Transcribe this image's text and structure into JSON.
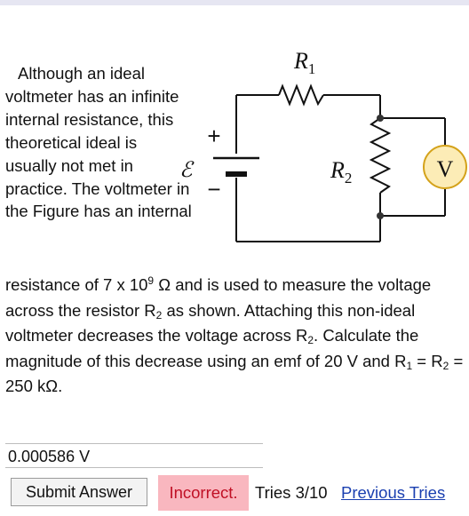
{
  "intro_text": "Although an ideal voltmeter has an infinite internal resistance, this theoretical ideal is usually not met in practice. The voltmeter in the Figure has an internal",
  "circuit": {
    "r1_label": "R",
    "r1_sub": "1",
    "r2_label": "R",
    "r2_sub": "2",
    "emf_label": "ℰ",
    "plus_sign": "+",
    "minus_sign": "−",
    "meter_label": "V",
    "meter_fill": "#fcecb6",
    "meter_stroke": "#d4a21a"
  },
  "problem": {
    "p1": "resistance of 7 x 10",
    "p1_sup": "9",
    "p2": " Ω  and is used to measure the voltage across the resistor R",
    "p2_sub": "2",
    "p3": " as shown. Attaching this non-ideal voltmeter decreases the voltage across R",
    "p3_sub": "2",
    "p4": ". Calculate the magnitude of this decrease using an emf of 20 V and R",
    "p4_sub": "1",
    "p5": " = R",
    "p5_sub": "2",
    "p6": " = 250 kΩ."
  },
  "answer": {
    "value": "0.000586 V"
  },
  "controls": {
    "submit_label": "Submit Answer",
    "feedback_label": "Incorrect.",
    "tries_label": "Tries 3/10",
    "previous_tries_label": "Previous Tries"
  },
  "colors": {
    "incorrect_bg": "#f9b7bf",
    "incorrect_text": "#c01025",
    "link": "#1a3fb0"
  }
}
